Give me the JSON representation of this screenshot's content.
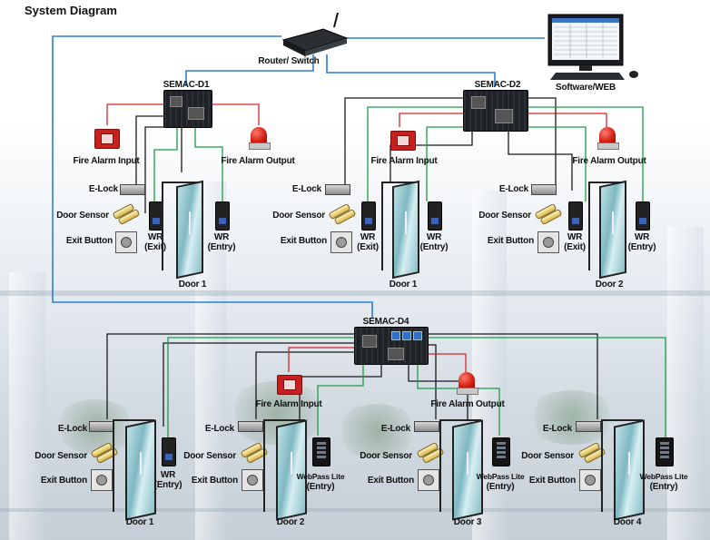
{
  "title": "System Diagram",
  "router": {
    "label": "Router/ Switch"
  },
  "software": {
    "label": "Software/WEB"
  },
  "controllers": [
    {
      "label": "SEMAC-D1"
    },
    {
      "label": "SEMAC-D2"
    },
    {
      "label": "SEMAC-D4"
    }
  ],
  "labels": {
    "fire_alarm_input": "Fire Alarm Input",
    "fire_alarm_output": "Fire Alarm Output",
    "elock": "E-Lock",
    "door_sensor": "Door Sensor",
    "exit_button": "Exit Button",
    "wr": "WR",
    "exit": "(Exit)",
    "entry": "(Entry)",
    "webpass_lite": "WebPass Lite"
  },
  "doors": {
    "d1_door1": "Door 1",
    "d2_door1": "Door 1",
    "d2_door2": "Door 2",
    "d4_door1": "Door 1",
    "d4_door2": "Door 2",
    "d4_door3": "Door 3",
    "d4_door4": "Door 4"
  },
  "colors": {
    "network_wire": "#2a7fd4",
    "power_wire": "#1a1a1a",
    "alarm_wire": "#d9262a",
    "reader_wire": "#1e9c4a"
  }
}
